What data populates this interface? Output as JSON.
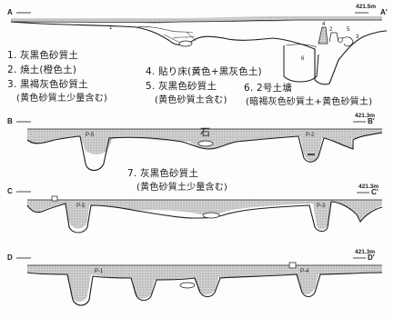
{
  "sections": [
    {
      "letter": "A",
      "end_label": "A'",
      "elevation": "421.5m"
    },
    {
      "letter": "B",
      "end_label": "B'",
      "elevation": "421.3m"
    },
    {
      "letter": "C",
      "end_label": "C'",
      "elevation": "421.3m"
    },
    {
      "letter": "D",
      "end_label": "D'",
      "elevation": "421.3m"
    }
  ],
  "pits": {
    "b_left": "P-5",
    "b_right": "P-2",
    "c_left": "P-5",
    "c_right": "P-3",
    "d_left": "P-1",
    "d_right": "P-4"
  },
  "numbers": {
    "n1": "1",
    "n2": "2",
    "n3": "3",
    "n4": "4",
    "n5": "5",
    "n6": "6"
  },
  "stone": "石",
  "legend": {
    "l1": "1. 灰黒色砂質土",
    "l2": "2. 焼土(橙色土)",
    "l3": "3. 黒褐灰色砂質土",
    "l3b": "(黄色砂質土少量含む)",
    "l4": "4. 貼り床(黄色+黒灰色土)",
    "l5": "5. 灰黒色砂質土",
    "l5b": "(黄色砂質土含む)",
    "l6": "6. 2号土壙",
    "l6b": "(暗褐灰色砂質土+黄色砂質土)",
    "l7": "7. 灰黒色砂質土",
    "l7b": "(黄色砂質土少量含む)"
  },
  "colors": {
    "line": "#1a1a1a",
    "fill": "#c9c9c9",
    "paper": "#fdfdfd"
  }
}
